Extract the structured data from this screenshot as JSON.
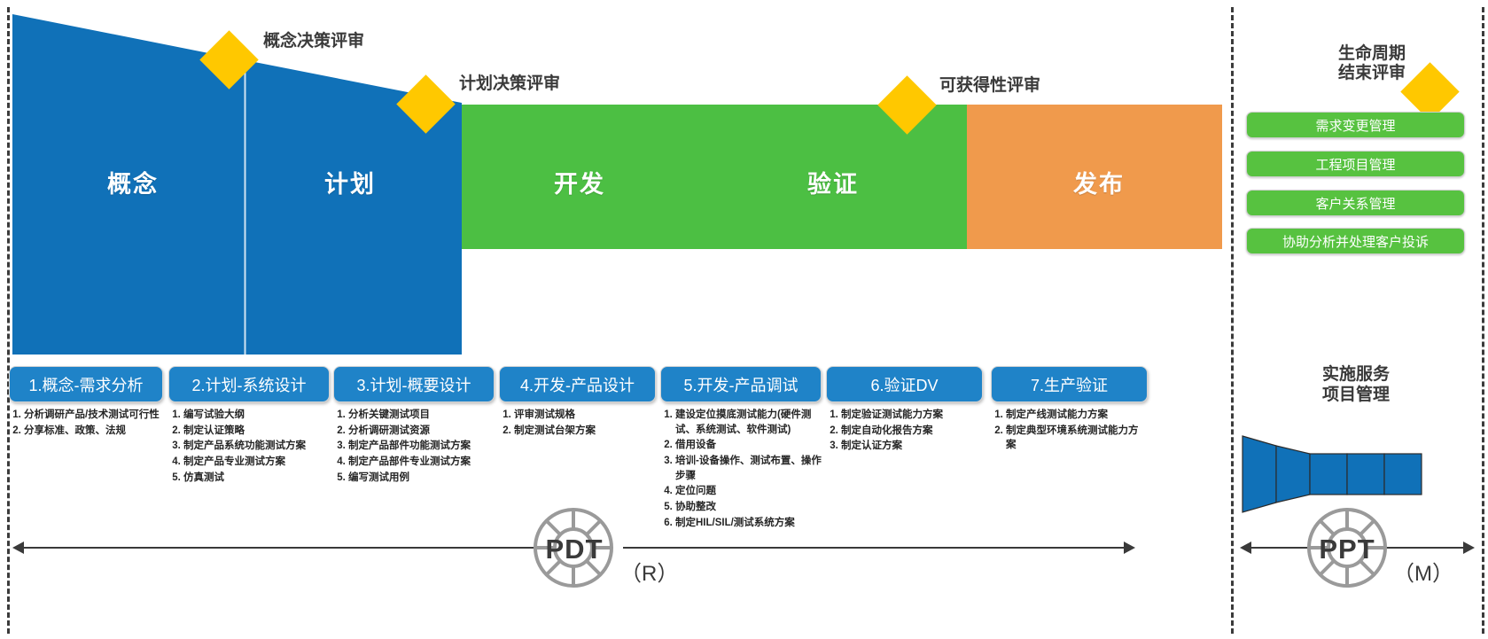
{
  "stages": [
    {
      "label": "概念",
      "color": "#1071b8"
    },
    {
      "label": "计划",
      "color": "#1071b8"
    },
    {
      "label": "开发",
      "color": "#4cbf43"
    },
    {
      "label": "验证",
      "color": "#4cbf43"
    },
    {
      "label": "发布",
      "color": "#f09a4c"
    }
  ],
  "milestones": [
    {
      "label": "概念决策评审"
    },
    {
      "label": "计划决策评审"
    },
    {
      "label": "可获得性评审"
    },
    {
      "label": "生命周期\n结束评审",
      "line1": "生命周期",
      "line2": "结束评审"
    }
  ],
  "support_panel": {
    "pills": [
      {
        "label": "需求变更管理"
      },
      {
        "label": "工程项目管理"
      },
      {
        "label": "客户关系管理"
      },
      {
        "label": "协助分析并处理客户投诉"
      }
    ],
    "service_title_line1": "实施服务",
    "service_title_line2": "项目管理"
  },
  "phases": [
    {
      "tab": "1.概念-需求分析",
      "items": [
        "分析调研产品/技术测试可行性",
        "分享标准、政策、法规"
      ]
    },
    {
      "tab": "2.计划-系统设计",
      "items": [
        "编写试验大纲",
        "制定认证策略",
        "制定产品系统功能测试方案",
        "制定产品专业测试方案",
        "仿真测试"
      ]
    },
    {
      "tab": "3.计划-概要设计",
      "items": [
        "分析关键测试项目",
        "分析调研测试资源",
        "制定产品部件功能测试方案",
        "制定产品部件专业测试方案",
        "编写测试用例"
      ]
    },
    {
      "tab": "4.开发-产品设计",
      "items": [
        "评审测试规格",
        "制定测试台架方案"
      ]
    },
    {
      "tab": "5.开发-产品调试",
      "items": [
        "建设定位摸底测试能力(硬件测试、系统测试、软件测试)",
        "借用设备",
        "培训-设备操作、测试布置、操作步骤",
        "定位问题",
        "协助整改",
        "制定HIL/SIL/测试系统方案"
      ]
    },
    {
      "tab": "6.验证DV",
      "items": [
        "制定验证测试能力方案",
        "制定自动化报告方案",
        "制定认证方案"
      ]
    },
    {
      "tab": "7.生产验证",
      "items": [
        "制定产线测试能力方案",
        "制定典型环境系统测试能力方案"
      ]
    }
  ],
  "teams": [
    {
      "name": "PDT",
      "role": "（R）"
    },
    {
      "name": "PPT",
      "role": "（M）"
    }
  ],
  "colors": {
    "blue": "#1071b8",
    "tab_blue": "#1f83c8",
    "green": "#4cbf43",
    "pill_green": "#57c240",
    "orange": "#f09a4c",
    "diamond_yellow": "#ffc800",
    "ink": "#3a3a3a",
    "wheel_gray": "#9a9a9a"
  }
}
